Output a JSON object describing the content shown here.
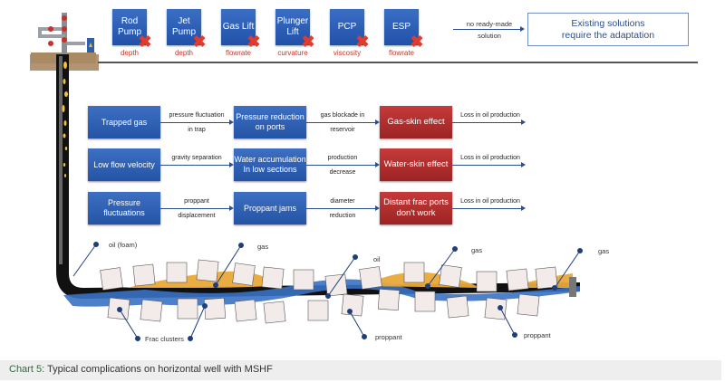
{
  "pumps": [
    {
      "label": "Rod Pump",
      "cause": "depth"
    },
    {
      "label": "Jet Pump",
      "cause": "depth"
    },
    {
      "label": "Gas Lift",
      "cause": "flowrate"
    },
    {
      "label": "Plunger Lift",
      "cause": "curvature"
    },
    {
      "label": "PCP",
      "cause": "viscosity"
    },
    {
      "label": "ESP",
      "cause": "flowrate"
    }
  ],
  "pump_reject_mark": "✖",
  "top_arrow": {
    "line1": "no ready-made",
    "line2": "solution"
  },
  "solution_box": {
    "line1": "Existing solutions",
    "line2": "require the adaptation"
  },
  "flows": [
    {
      "cause": "Trapped gas",
      "arrow1": [
        "pressure fluctuation",
        "in trap"
      ],
      "mid": [
        "Pressure reduction",
        "on ports"
      ],
      "arrow2": [
        "gas blockade in",
        "reservoir"
      ],
      "effect": [
        "Gas-skin effect"
      ],
      "result": "Loss in oil production"
    },
    {
      "cause": "Low flow velocity",
      "arrow1": [
        "gravity separation",
        ""
      ],
      "mid": [
        "Water accumulation",
        "In low sections"
      ],
      "arrow2": [
        "production",
        "decrease"
      ],
      "effect": [
        "Water-skin effect"
      ],
      "result": "Loss in oil production"
    },
    {
      "cause": "Pressure fluctuations",
      "arrow1": [
        "proppant",
        "displacement"
      ],
      "mid": [
        "Proppant jams",
        ""
      ],
      "arrow2": [
        "diameter",
        "reduction"
      ],
      "effect": [
        "Distant frac ports",
        "don't work"
      ],
      "result": "Loss in oil production"
    }
  ],
  "well_labels": {
    "oil_foam": "oil (foam)",
    "gas1": "gas",
    "oil": "oil",
    "gas2": "gas",
    "gas3": "gas",
    "frac_clusters": "Frac clusters",
    "proppant1": "proppant",
    "proppant2": "proppant"
  },
  "caption": {
    "lead": "Chart 5:",
    "text": " Typical complications on horizontal well with MSHF"
  },
  "colors": {
    "blue_box": "#2554a6",
    "red_box": "#a82a2a",
    "gas": "#e9a93a",
    "water": "#3a72c4",
    "reject": "#e23b2e",
    "caption_lead": "#2f6b36"
  }
}
